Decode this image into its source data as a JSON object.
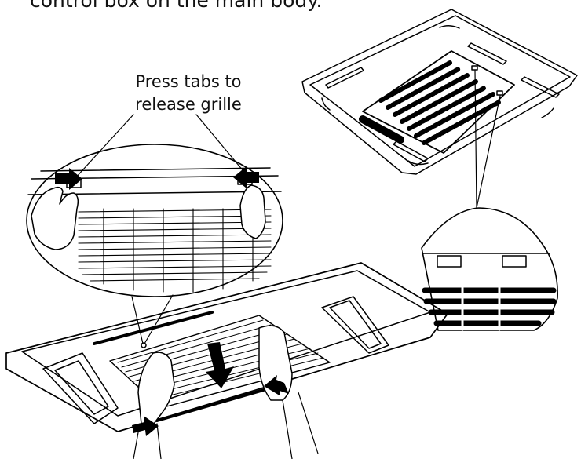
{
  "caption_top": "control box on the main body.",
  "callout": {
    "line1": "Press tabs to",
    "line2": "release grille"
  },
  "figures": {
    "ceiling_cassette": "air-conditioner-cassette-panel-illustration",
    "detail_tabs": "tab-closeup-magnifier-illustration",
    "detail_hands": "hands-pressing-tabs-magnifier-illustration",
    "grille_removal": "hands-removing-grille-illustration"
  },
  "colors": {
    "line": "#000000",
    "background": "#ffffff"
  }
}
